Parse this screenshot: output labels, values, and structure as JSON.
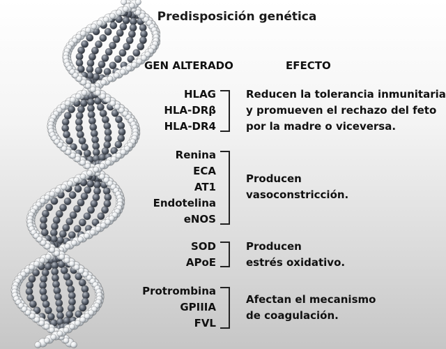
{
  "title": "Predisposición genética",
  "columns": {
    "gene": "GEN ALTERADO",
    "effect": "EFECTO"
  },
  "groups": [
    {
      "genes": [
        "HLAG",
        "HLA-DRβ",
        "HLA-DR4"
      ],
      "effect": [
        "Reducen la tolerancia inmunitaria",
        "y promueven el rechazo del feto",
        "por la madre o viceversa."
      ]
    },
    {
      "genes": [
        "Renina",
        "ECA",
        "AT1",
        "Endotelina",
        "eNOS"
      ],
      "effect": [
        "Producen",
        "vasoconstricción."
      ]
    },
    {
      "genes": [
        "SOD",
        "APoE"
      ],
      "effect": [
        "Producen",
        "estrés oxidativo."
      ]
    },
    {
      "genes": [
        "Protrombina",
        "GPIIIA",
        "FVL"
      ],
      "effect": [
        "Afectan el mecanismo",
        "de coagulación."
      ]
    }
  ]
}
